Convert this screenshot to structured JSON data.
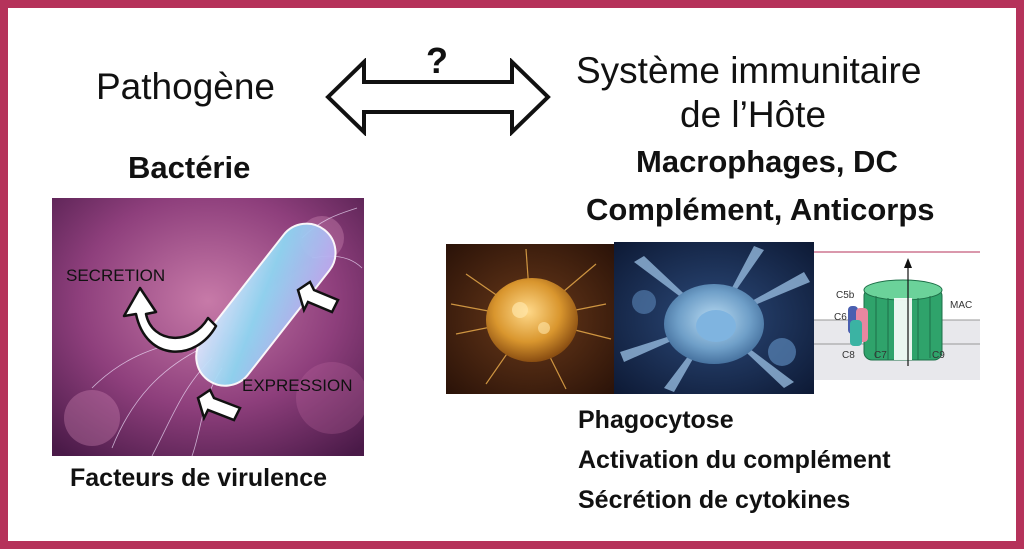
{
  "header": {
    "left_title": "Pathogène",
    "question": "?",
    "right_title_line1": "Système immunitaire",
    "right_title_line2": "de l’Hôte"
  },
  "left": {
    "heading": "Bactérie",
    "image_labels": {
      "secretion": "SECRETION",
      "expression": "EXPRESSION"
    },
    "caption": "Facteurs de virulence"
  },
  "right": {
    "line1": "Macrophages, DC",
    "line2": "Complément, Anticorps",
    "mac_diagram_labels": [
      "C5b",
      "C6",
      "C8",
      "C7",
      "C9",
      "MAC"
    ],
    "outcomes": [
      "Phagocytose",
      "Activation du complément",
      "Sécrétion de cytokines"
    ]
  },
  "colors": {
    "border": "#b5325a",
    "background": "#ffffff",
    "mac_green": "#2fa36b",
    "mac_blue": "#4a5fb0",
    "mac_pink": "#e887a0"
  }
}
